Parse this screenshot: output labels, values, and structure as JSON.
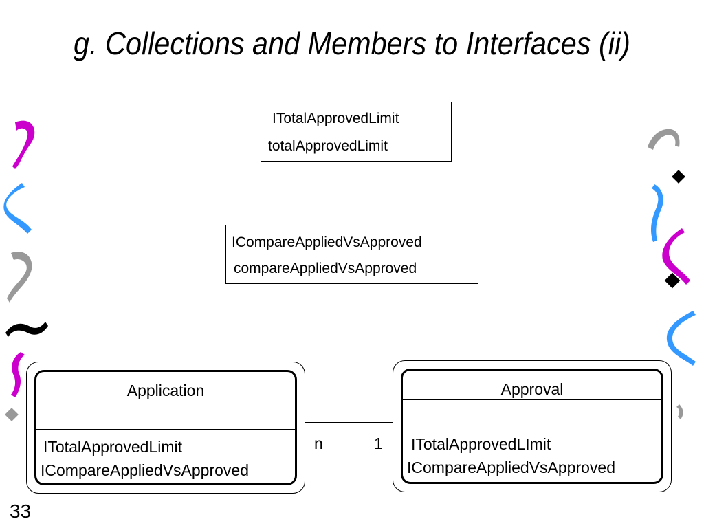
{
  "slide": {
    "title": "g. Collections and Members to Interfaces (ii)",
    "number": "33"
  },
  "interfaces": [
    {
      "name": "ITotalApprovedLimit",
      "member": "totalApprovedLimit"
    },
    {
      "name": "ICompareAppliedVsApproved",
      "member": "compareAppliedVsApproved"
    }
  ],
  "classes": {
    "application": {
      "name": "Application",
      "operations": [
        "ITotalApprovedLimit",
        "ICompareAppliedVsApproved"
      ]
    },
    "approval": {
      "name": "Approval",
      "operations": [
        "ITotalApprovedLImit",
        "ICompareAppliedVsApproved"
      ]
    }
  },
  "association": {
    "left_multiplicity": "n",
    "right_multiplicity": "1"
  },
  "decorations": {
    "colors": {
      "magenta": "#cc00cc",
      "blue": "#3399ff",
      "gray": "#999999",
      "black": "#000000"
    }
  }
}
